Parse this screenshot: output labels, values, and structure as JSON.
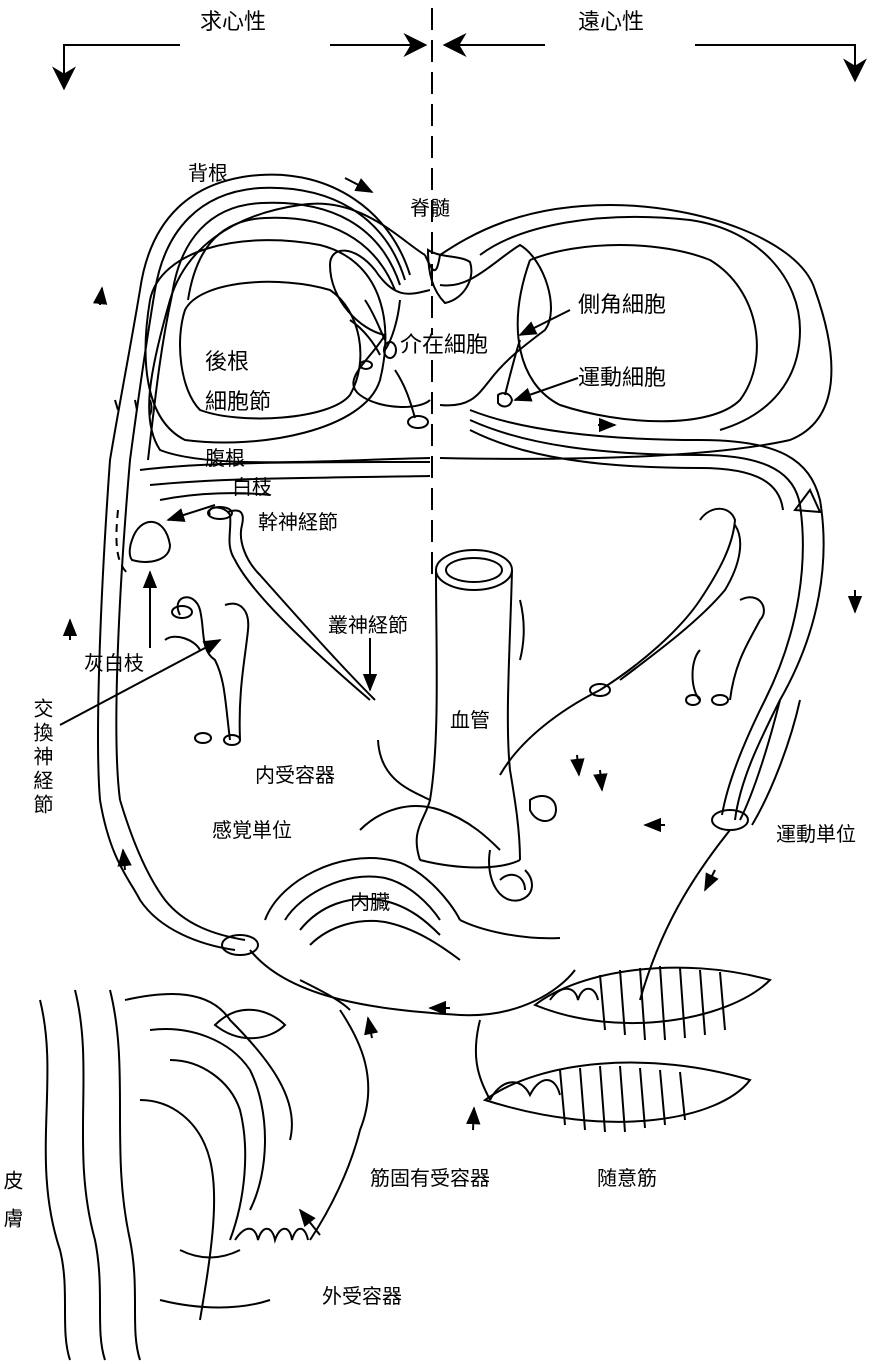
{
  "header": {
    "afferent": "求心性",
    "efferent": "遠心性"
  },
  "labels": {
    "dorsal_root": "背根",
    "spinal_cord": "脊髄",
    "dorsal_root_ganglion_1": "後根",
    "dorsal_root_ganglion_2": "細胞節",
    "interneuron": "介在細胞",
    "lateral_horn_cell": "側角細胞",
    "motor_cell": "運動細胞",
    "ventral_root": "腹根",
    "white_ramus": "白枝",
    "sympathetic_trunk_ganglion": "幹神経節",
    "gray_white_ramus": "灰白枝",
    "sympathetic_ganglion_vertical": "交換神経節",
    "plexus_ganglion": "叢神経節",
    "blood_vessel": "血管",
    "interoceptor": "内受容器",
    "sensory_unit": "感覚単位",
    "viscera": "内臓",
    "motor_unit": "運動単位",
    "skin_vertical": "皮膚",
    "proprioceptor": "筋固有受容器",
    "voluntary_muscle": "随意筋",
    "exteroceptor": "外受容器"
  },
  "colors": {
    "ink": "#000000",
    "paper": "#ffffff"
  }
}
